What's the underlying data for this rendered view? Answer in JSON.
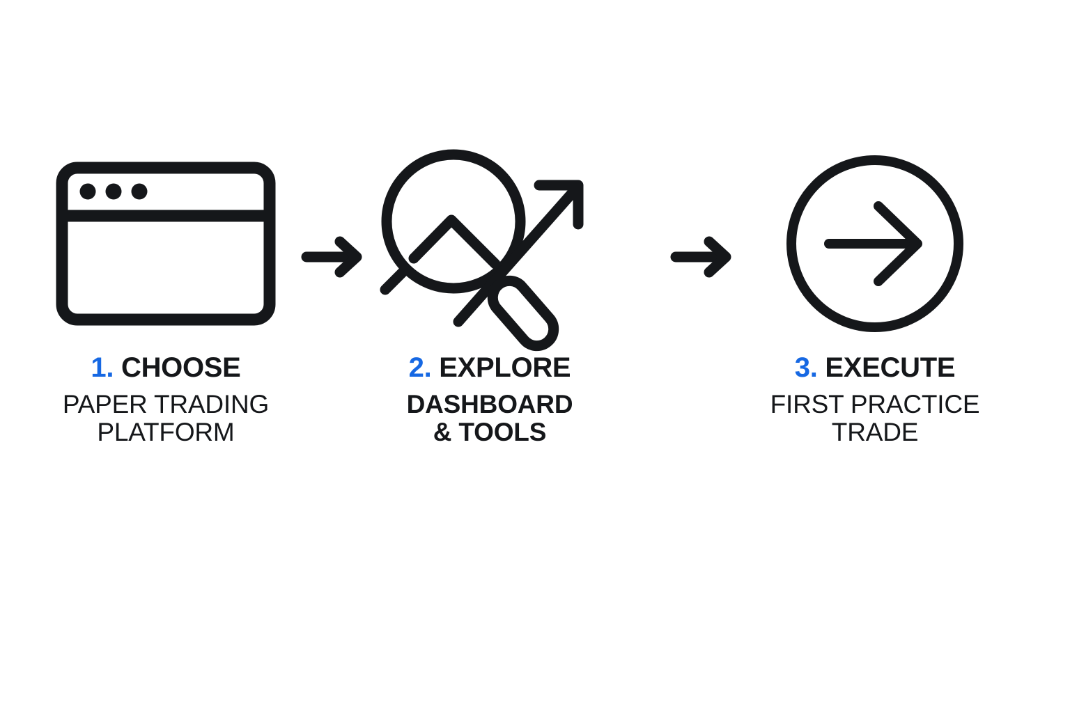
{
  "diagram": {
    "type": "process-flow",
    "orientation": "horizontal",
    "background_color": "#ffffff",
    "accent_color": "#1668e3",
    "ink_color": "#15171a",
    "steps": [
      {
        "number": "1.",
        "title": "CHOOSE",
        "description_lines": [
          "PAPER TRADING",
          "PLATFORM"
        ],
        "description_bold": false,
        "icon": "browser-window-icon"
      },
      {
        "number": "2.",
        "title": "EXPLORE",
        "description_lines": [
          "DASHBOARD",
          "& TOOLS"
        ],
        "description_bold": true,
        "icon": "magnifier-chart-trending-icon"
      },
      {
        "number": "3.",
        "title": "EXECUTE",
        "description_lines": [
          "FIRST PRACTICE",
          "TRADE"
        ],
        "description_bold": false,
        "icon": "circle-arrow-right-icon"
      }
    ],
    "connectors": [
      {
        "icon": "arrow-right-icon",
        "from": "1",
        "to": "2"
      },
      {
        "icon": "arrow-right-icon",
        "from": "2",
        "to": "3"
      }
    ]
  }
}
